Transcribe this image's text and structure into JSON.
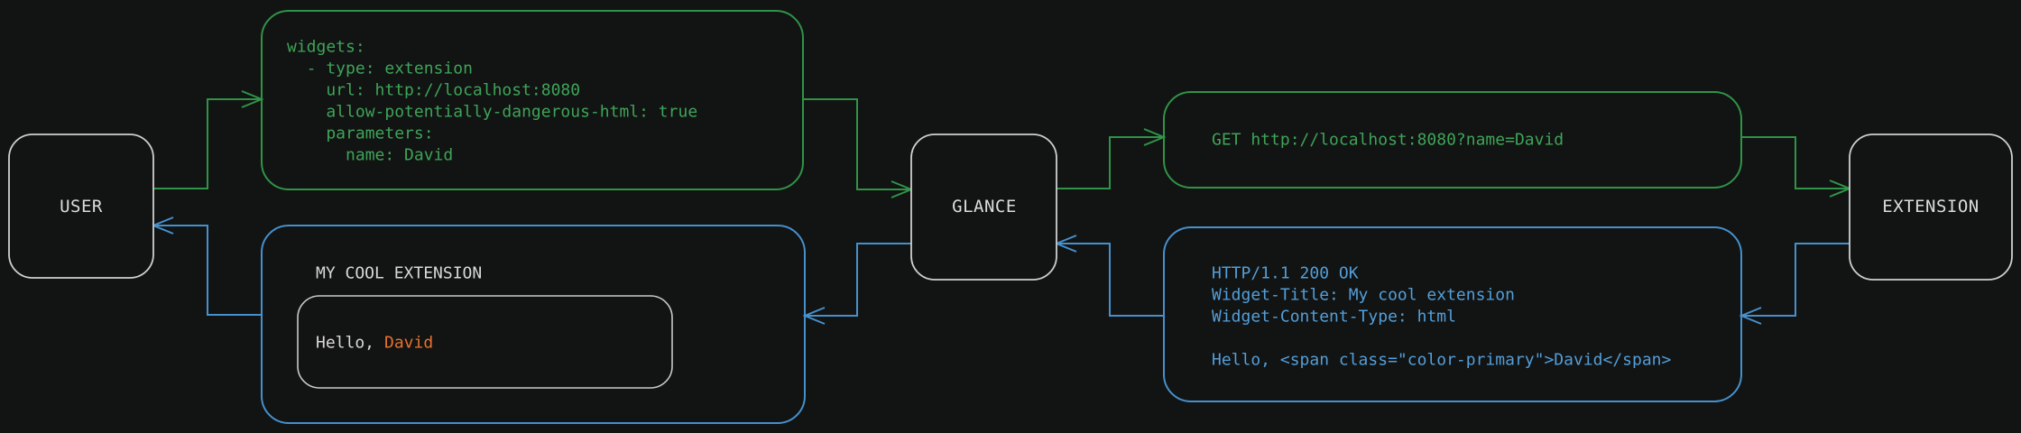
{
  "diagram": {
    "title_hint": "Glance extension request/response flow",
    "colors": {
      "background": "#121313",
      "green_accent": "#3ea458",
      "blue_accent": "#539fd9",
      "orange_accent": "#e6732e",
      "node_border": "#cfcfcf",
      "text_light": "#d9d9d9"
    },
    "nodes": {
      "user": {
        "label": "USER"
      },
      "glance": {
        "label": "GLANCE"
      },
      "extension": {
        "label": "EXTENSION"
      }
    },
    "config_block": {
      "lines": [
        "widgets:",
        "  - type: extension",
        "    url: http://localhost:8080",
        "    allow-potentially-dangerous-html: true",
        "    parameters:",
        "      name: David"
      ]
    },
    "request_block": {
      "text": "GET http://localhost:8080?name=David"
    },
    "response_block": {
      "lines": [
        "HTTP/1.1 200 OK",
        "Widget-Title: My cool extension",
        "Widget-Content-Type: html",
        "",
        "Hello, <span class=\"color-primary\">David</span>"
      ]
    },
    "widget_block": {
      "title": "MY COOL EXTENSION",
      "greeting_prefix": "Hello,",
      "greeting_name": "David"
    }
  }
}
